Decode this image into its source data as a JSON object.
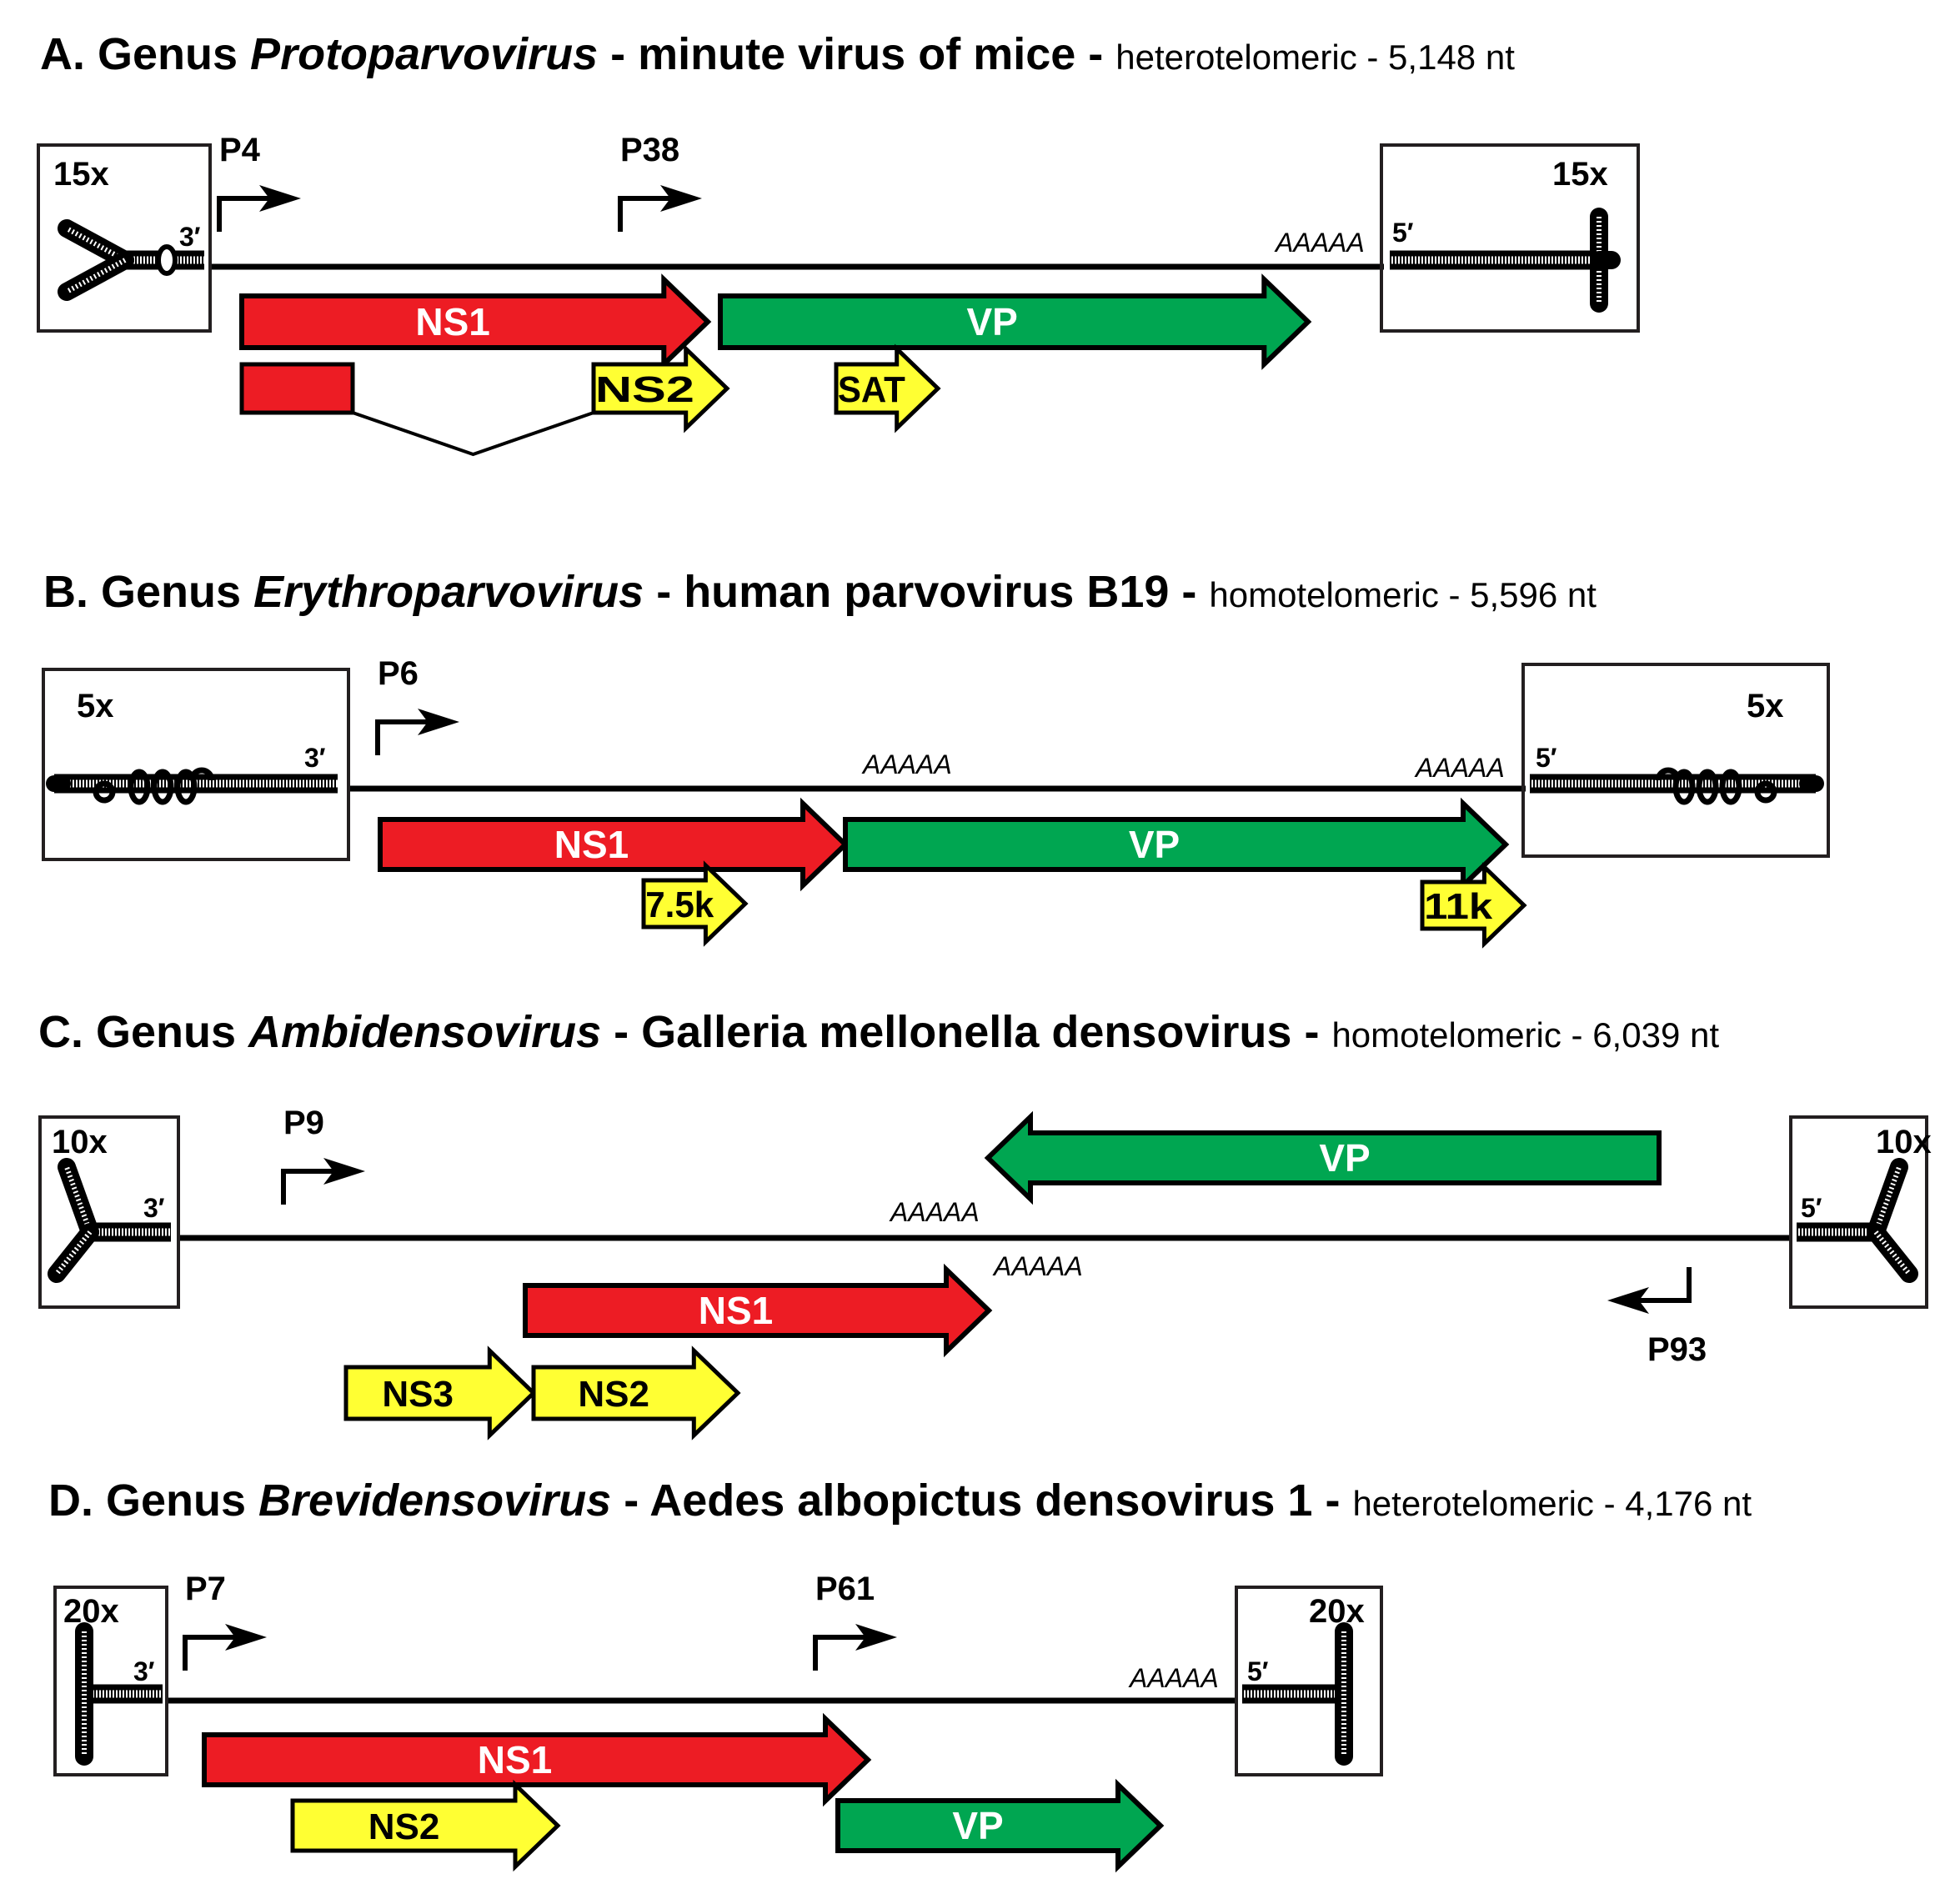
{
  "colors": {
    "ns1": "#ED1C24",
    "vp": "#00A651",
    "minor": "#FFFF33",
    "line": "#000000",
    "box": "#231F20"
  },
  "panels": [
    {
      "id": "A",
      "title": {
        "prefix": "A. Genus ",
        "genus": "Protoparvovirus",
        "species": " - minute virus of mice - ",
        "details": "heterotelomeric - 5,148 nt"
      },
      "left_box": {
        "copies": "15x",
        "end": "3′",
        "hairpin": "y-shape-bubble"
      },
      "right_box": {
        "copies": "15x",
        "end": "5′",
        "hairpin": "t-shape"
      },
      "promoters": [
        {
          "label": "P4",
          "direction": "right"
        },
        {
          "label": "P38",
          "direction": "right"
        }
      ],
      "polya": [
        "AAAAA"
      ],
      "genes": [
        {
          "label": "NS1",
          "type": "ns1",
          "direction": "right"
        },
        {
          "label": "VP",
          "type": "vp",
          "direction": "right"
        },
        {
          "label": "NS2",
          "type": "minor",
          "direction": "right",
          "spliced": true
        },
        {
          "label": "SAT",
          "type": "minor",
          "direction": "right"
        }
      ]
    },
    {
      "id": "B",
      "title": {
        "prefix": "B. Genus ",
        "genus": "Erythroparvovirus",
        "species": " - human parvovirus B19 - ",
        "details": "homotelomeric - 5,596 nt"
      },
      "left_box": {
        "copies": "5x",
        "end": "3′",
        "hairpin": "loops"
      },
      "right_box": {
        "copies": "5x",
        "end": "5′",
        "hairpin": "loops"
      },
      "promoters": [
        {
          "label": "P6",
          "direction": "right"
        }
      ],
      "polya": [
        "AAAAA",
        "AAAAA"
      ],
      "genes": [
        {
          "label": "NS1",
          "type": "ns1",
          "direction": "right"
        },
        {
          "label": "VP",
          "type": "vp",
          "direction": "right"
        },
        {
          "label": "7.5k",
          "type": "minor",
          "direction": "right"
        },
        {
          "label": "11k",
          "type": "minor",
          "direction": "right"
        }
      ]
    },
    {
      "id": "C",
      "title": {
        "prefix": "C. Genus ",
        "genus": "Ambidensovirus",
        "species": " - Galleria mellonella densovirus - ",
        "details": "homotelomeric - 6,039 nt"
      },
      "left_box": {
        "copies": "10x",
        "end": "3′",
        "hairpin": "y-shape"
      },
      "right_box": {
        "copies": "10x",
        "end": "5′",
        "hairpin": "y-shape"
      },
      "promoters": [
        {
          "label": "P9",
          "direction": "right"
        },
        {
          "label": "P93",
          "direction": "left"
        }
      ],
      "polya": [
        "AAAAA",
        "AAAAA"
      ],
      "genes": [
        {
          "label": "VP",
          "type": "vp",
          "direction": "left"
        },
        {
          "label": "NS1",
          "type": "ns1",
          "direction": "right"
        },
        {
          "label": "NS3",
          "type": "minor",
          "direction": "right"
        },
        {
          "label": "NS2",
          "type": "minor",
          "direction": "right"
        }
      ]
    },
    {
      "id": "D",
      "title": {
        "prefix": "D. Genus ",
        "genus": "Brevidensovirus",
        "species": " - Aedes albopictus densovirus 1 - ",
        "details": "heterotelomeric - 4,176 nt"
      },
      "left_box": {
        "copies": "20x",
        "end": "3′",
        "hairpin": "t-shape"
      },
      "right_box": {
        "copies": "20x",
        "end": "5′",
        "hairpin": "t-shape"
      },
      "promoters": [
        {
          "label": "P7",
          "direction": "right"
        },
        {
          "label": "P61",
          "direction": "right"
        }
      ],
      "polya": [
        "AAAAA"
      ],
      "genes": [
        {
          "label": "NS1",
          "type": "ns1",
          "direction": "right"
        },
        {
          "label": "NS2",
          "type": "minor",
          "direction": "right"
        },
        {
          "label": "VP",
          "type": "vp",
          "direction": "right"
        }
      ]
    }
  ]
}
